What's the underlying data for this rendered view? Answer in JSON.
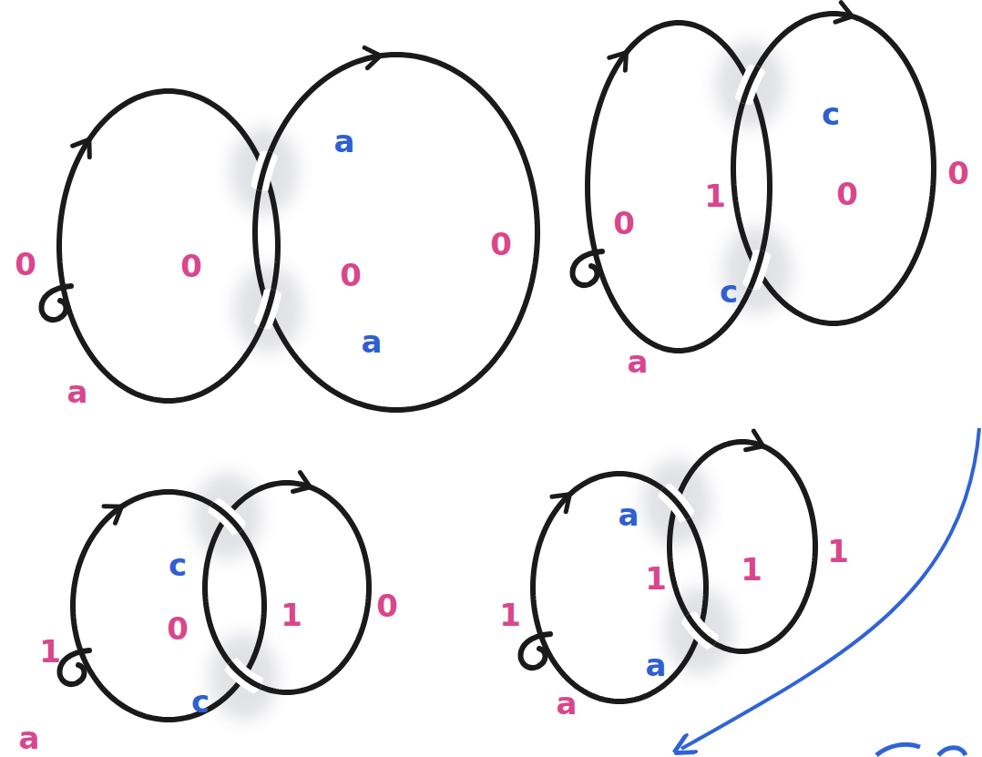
{
  "diagram": {
    "labels": [
      "0",
      "0",
      "a",
      "0",
      "a",
      "0",
      "a",
      "c",
      "1",
      "0",
      "0",
      "0",
      "c",
      "a",
      "c",
      "1",
      "0",
      "1",
      "0",
      "c",
      "a",
      "a",
      "1",
      "1",
      "1",
      "1",
      "a",
      "a"
    ]
  }
}
